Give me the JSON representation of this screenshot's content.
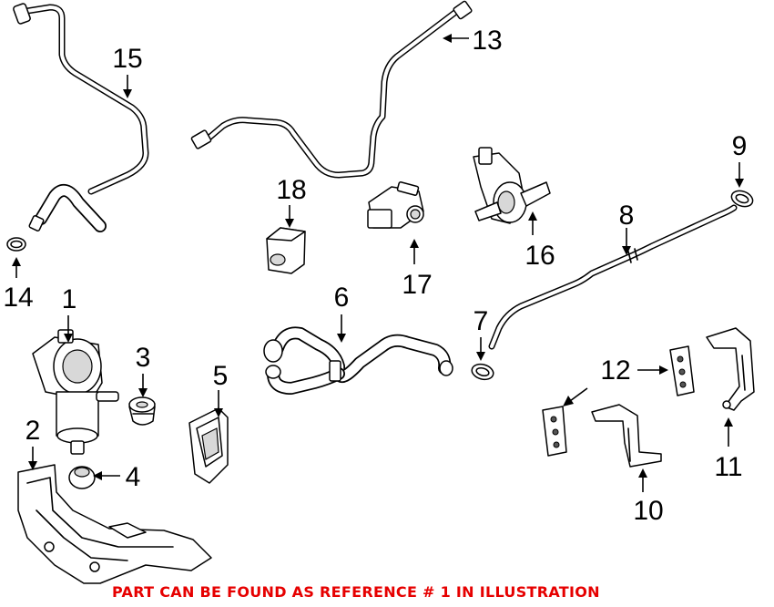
{
  "diagram": {
    "labels": [
      "1",
      "2",
      "3",
      "4",
      "5",
      "6",
      "7",
      "8",
      "9",
      "10",
      "11",
      "12",
      "13",
      "14",
      "15",
      "16",
      "17",
      "18"
    ]
  },
  "footer": {
    "note": "PART CAN BE FOUND AS REFERENCE # 1 IN ILLUSTRATION",
    "color": "#e60000"
  }
}
